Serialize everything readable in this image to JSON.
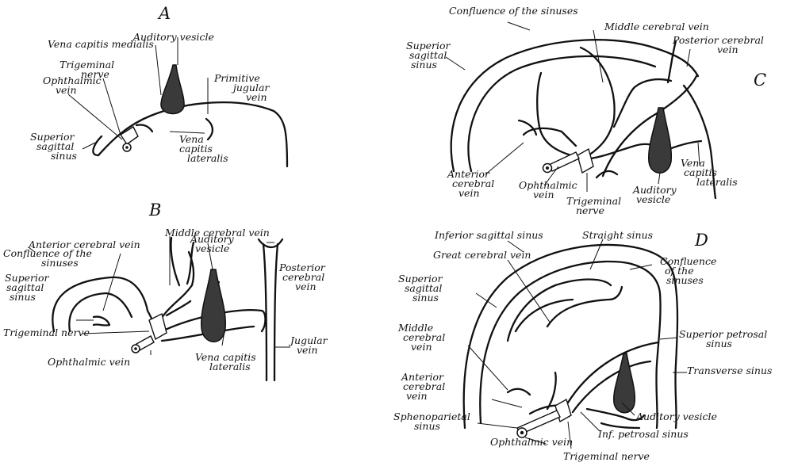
{
  "figure": {
    "panels": {
      "a": {
        "letter": "A",
        "labels": {
          "auditory_vesicle": "Auditory vesicle",
          "vena_capitis_medialis": "Vena capitis medialis",
          "trigeminal_1": "Trigeminal",
          "trigeminal_2": "nerve",
          "ophthalmic_1": "Ophthalmic",
          "ophthalmic_2": "vein",
          "primitive_1": "Primitive",
          "primitive_2": "jugular",
          "primitive_3": "vein",
          "sss_1": "Superior",
          "sss_2": "sagittal",
          "sss_3": "sinus",
          "vcl_1": "Vena",
          "vcl_2": "capitis",
          "vcl_3": "lateralis"
        }
      },
      "b": {
        "letter": "B",
        "labels": {
          "middle_cerebral": "Middle cerebral vein",
          "anterior_cerebral": "Anterior cerebral vein",
          "confluence_1": "Confluence of the",
          "confluence_2": "sinuses",
          "auditory_1": "Auditory",
          "auditory_2": "vesicle",
          "sss_1": "Superior",
          "sss_2": "sagittal",
          "sss_3": "sinus",
          "posterior_1": "Posterior",
          "posterior_2": "cerebral",
          "posterior_3": "vein",
          "trigeminal": "Trigeminal nerve",
          "jugular_1": "Jugular",
          "jugular_2": "vein",
          "ophthalmic": "Ophthalmic vein",
          "vcl_1": "Vena capitis",
          "vcl_2": "lateralis"
        }
      },
      "c": {
        "letter": "C",
        "labels": {
          "confluence": "Confluence of the sinuses",
          "middle_cerebral": "Middle cerebral vein",
          "sss_1": "Superior",
          "sss_2": "sagittal",
          "sss_3": "sinus",
          "posterior_1": "Posterior cerebral",
          "posterior_2": "vein",
          "anterior_1": "Anterior",
          "anterior_2": "cerebral",
          "anterior_3": "vein",
          "ophthalmic_1": "Ophthalmic",
          "ophthalmic_2": "vein",
          "trigeminal_1": "Trigeminal",
          "trigeminal_2": "nerve",
          "auditory_1": "Auditory",
          "auditory_2": "vesicle",
          "vcl_1": "Vena",
          "vcl_2": "capitis",
          "vcl_3": "lateralis"
        }
      },
      "d": {
        "letter": "D",
        "labels": {
          "inferior_sagittal": "Inferior sagittal sinus",
          "straight": "Straight sinus",
          "great_cerebral": "Great cerebral vein",
          "confluence_1": "Confluence",
          "confluence_2": "of the",
          "confluence_3": "sinuses",
          "sss_1": "Superior",
          "sss_2": "sagittal",
          "sss_3": "sinus",
          "middle_1": "Middle",
          "middle_2": "cerebral",
          "middle_3": "vein",
          "superior_petrosal_1": "Superior petrosal",
          "superior_petrosal_2": "sinus",
          "transverse": "Transverse sinus",
          "anterior_1": "Anterior",
          "anterior_2": "cerebral",
          "anterior_3": "vein",
          "sphenoparietal_1": "Sphenoparietal",
          "sphenoparietal_2": "sinus",
          "auditory": "Auditory vesicle",
          "inf_petrosal": "Inf. petrosal sinus",
          "ophthalmic": "Ophthalmic vein",
          "trigeminal": "Trigeminal nerve"
        }
      }
    }
  }
}
